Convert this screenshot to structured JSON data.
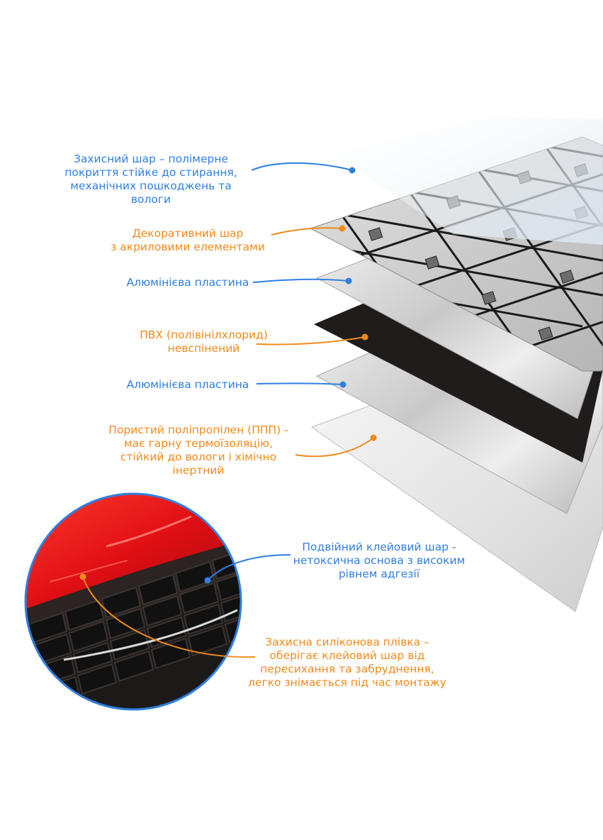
{
  "colors": {
    "blue": "#2f7fe0",
    "orange": "#f08a1c",
    "red": "#e8141a",
    "dark": "#2a2420"
  },
  "labels": [
    {
      "id": "protective-layer",
      "color": "blue",
      "lines": [
        "Захисний шар – полімерне",
        "покриття стійке до стирання,",
        "механічних пошкоджень та",
        "вологи"
      ]
    },
    {
      "id": "decorative-layer",
      "color": "orange",
      "lines": [
        "Декоративний шар",
        "з акриловими елементами"
      ]
    },
    {
      "id": "aluminum-plate-1",
      "color": "blue",
      "lines": [
        "Алюмінієва пластина"
      ]
    },
    {
      "id": "pvc-layer",
      "color": "orange",
      "lines": [
        "ПВХ (полівінілхлорид)",
        "невспінений"
      ]
    },
    {
      "id": "aluminum-plate-2",
      "color": "blue",
      "lines": [
        "Алюмінієва пластина"
      ]
    },
    {
      "id": "polypropylene-layer",
      "color": "orange",
      "lines": [
        "Пористий поліпропілен (ППП) -",
        "має гарну термоїзоляцію,",
        "стійкий до вологи і хімічно",
        "інертний"
      ]
    },
    {
      "id": "adhesive-layer",
      "color": "blue",
      "lines": [
        "Подвійний клейовий шар -",
        "нетоксична основа з високим",
        "рівнем адгезії"
      ]
    },
    {
      "id": "silicone-film",
      "color": "orange",
      "lines": [
        "Захисна силіконова плівка –",
        "оберігає клейовий шар від",
        "пересихання та забруднення,",
        "легко знімається під час монтажу"
      ]
    }
  ]
}
